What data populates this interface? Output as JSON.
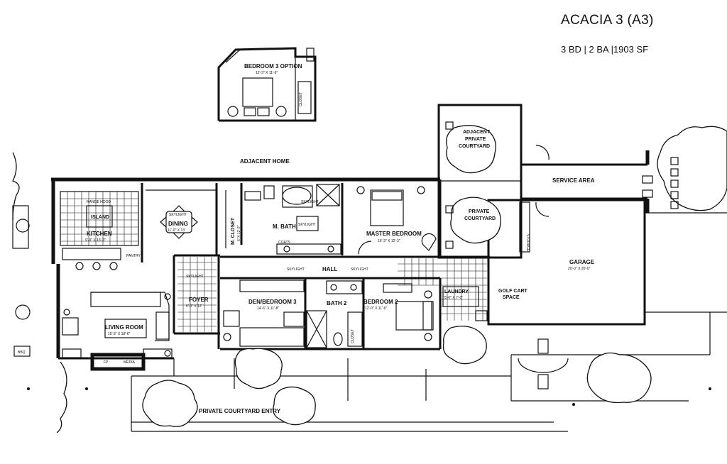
{
  "header": {
    "title": "ACACIA 3 (A3)",
    "subtitle": "3 BD | 2 BA |1903 SF"
  },
  "labels": {
    "bedroom3_option": "BEDROOM 3 OPTION",
    "bedroom3_option_dim": "12'-3\" X 11'-6\"",
    "closet": "CLOSET",
    "adjacent_home": "ADJACENT HOME",
    "adjacent_private_courtyard_1": "ADJACENT",
    "adjacent_private_courtyard_2": "PRIVATE",
    "adjacent_private_courtyard_3": "COURTYARD",
    "service_area": "SERVICE AREA",
    "private_courtyard_1": "PRIVATE",
    "private_courtyard_2": "COURTYARD",
    "storage": "STORAGE",
    "garage": "GARAGE",
    "garage_dim": "20'-0\" X 20'-0\"",
    "golf_cart_1": "GOLF CART",
    "golf_cart_2": "SPACE",
    "range_hood": "RANGE HOOD",
    "island": "ISLAND",
    "kitchen": "KITCHEN",
    "kitchen_dim": "9'-0\" X 13'-3\"",
    "pantry": "PANTRY",
    "dining": "DINING",
    "dining_dim": "11'-0\" X 13'",
    "skylight": "SKYLIGHT",
    "m_closet": "M. CLOSET",
    "m_closet_dim": "6' X 12'-2\"",
    "m_bath": "M. BATH",
    "master_bedroom": "MASTER BEDROOM",
    "master_bedroom_dim": "16'-3\" X 12'-3\"",
    "coats": "COATS",
    "hall": "HALL",
    "laundry": "LAUNDRY",
    "laundry_dim": "5'-0\" X 7'-0\"",
    "foyer": "FOYER",
    "foyer_dim": "6'-0\" X 12'",
    "den_bedroom3": "DEN/BEDROOM 3",
    "den_dim": "14'-6\" X 11'-8\"",
    "bath2": "BATH 2",
    "bedroom2": "BEDROOM 2",
    "bedroom2_dim": "12'-0\" X 11'-6\"",
    "living_room": "LIVING ROOM",
    "living_dim": "15' 8\" X 18'-6\"",
    "media": "MEDIA",
    "fp": "FP",
    "bbq": "BBQ",
    "private_courtyard_entry": "PRIVATE COURTYARD ENTRY"
  }
}
